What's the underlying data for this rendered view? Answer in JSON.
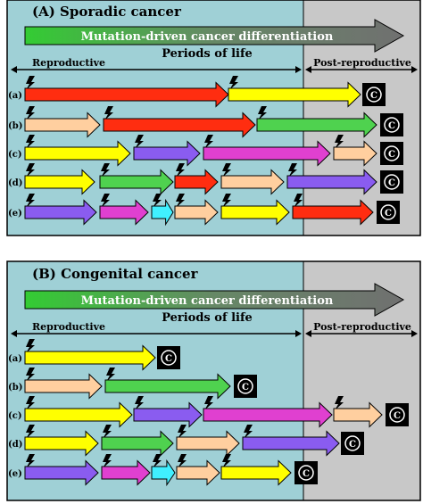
{
  "colors": {
    "reproductive_bg": "#9fd0d6",
    "post_reproductive_bg": "#c8c8c8",
    "cancer_box": "#000000",
    "lightning": "#000000",
    "red": "#ff2d10",
    "peach": "#ffcf9f",
    "green": "#4fd24f",
    "yellow": "#ffff00",
    "purple": "#8a5cf0",
    "magenta": "#e040d0",
    "cyan": "#40f0ff"
  },
  "panels": [
    {
      "title": "(A) Sporadic cancer",
      "banner": "Mutation-driven cancer differentiation",
      "periods_label": "Periods of life",
      "reproductive_label": "Reproductive",
      "post_reproductive_label": "Post-reproductive",
      "cancer_symbol": "©",
      "rows": [
        {
          "label": "(a)",
          "arrows": [
            "red",
            "yellow"
          ]
        },
        {
          "label": "(b)",
          "arrows": [
            "peach",
            "red",
            "green"
          ]
        },
        {
          "label": "(c)",
          "arrows": [
            "yellow",
            "purple",
            "magenta",
            "peach"
          ]
        },
        {
          "label": "(d)",
          "arrows": [
            "yellow",
            "green",
            "red",
            "peach",
            "purple"
          ]
        },
        {
          "label": "(e)",
          "arrows": [
            "purple",
            "magenta",
            "cyan",
            "peach",
            "yellow",
            "red"
          ]
        }
      ]
    },
    {
      "title": "(B) Congenital cancer",
      "banner": "Mutation-driven cancer differentiation",
      "periods_label": "Periods of life",
      "reproductive_label": "Reproductive",
      "post_reproductive_label": "Post-reproductive",
      "cancer_symbol": "©",
      "rows": [
        {
          "label": "(a)",
          "arrows": [
            "yellow"
          ]
        },
        {
          "label": "(b)",
          "arrows": [
            "peach",
            "green"
          ]
        },
        {
          "label": "(c)",
          "arrows": [
            "yellow",
            "purple",
            "magenta",
            "peach"
          ]
        },
        {
          "label": "(d)",
          "arrows": [
            "yellow",
            "green",
            "peach",
            "purple"
          ]
        },
        {
          "label": "(e)",
          "arrows": [
            "purple",
            "magenta",
            "cyan",
            "peach",
            "yellow"
          ]
        }
      ]
    }
  ]
}
